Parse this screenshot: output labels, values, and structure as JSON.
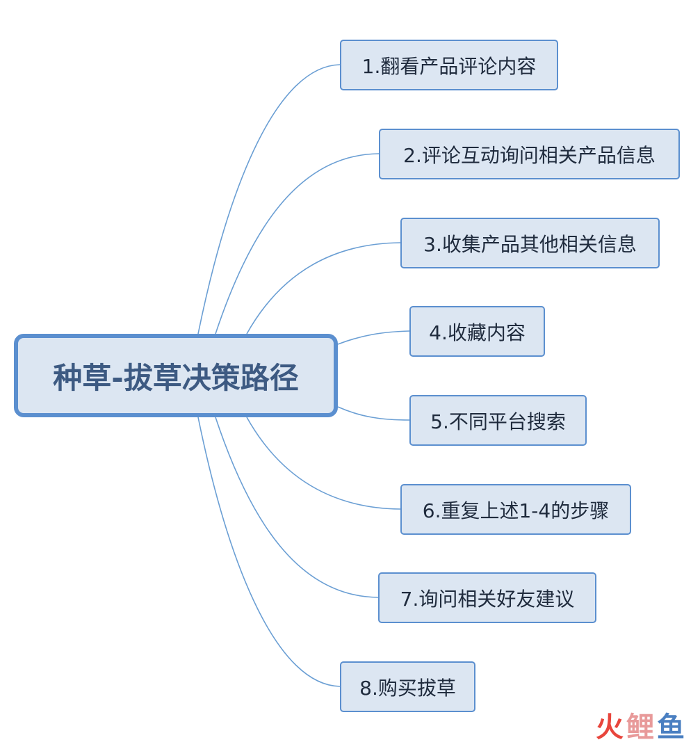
{
  "root": {
    "label": "种草-拔草决策路径"
  },
  "branches": [
    {
      "label": "1.翻看产品评论内容"
    },
    {
      "label": "2.评论互动询问相关产品信息"
    },
    {
      "label": "3.收集产品其他相关信息"
    },
    {
      "label": "4.收藏内容"
    },
    {
      "label": "5.不同平台搜索"
    },
    {
      "label": "6.重复上述1-4的步骤"
    },
    {
      "label": "7.询问相关好友建议"
    },
    {
      "label": "8.购买拔草"
    }
  ],
  "watermark": {
    "char1": "火",
    "char2": "鲤",
    "char3": "鱼"
  },
  "colors": {
    "node_fill": "#dce6f2",
    "node_border": "#5b8fcf",
    "edge": "#6b9fd4",
    "root_text": "#3d5a82"
  }
}
